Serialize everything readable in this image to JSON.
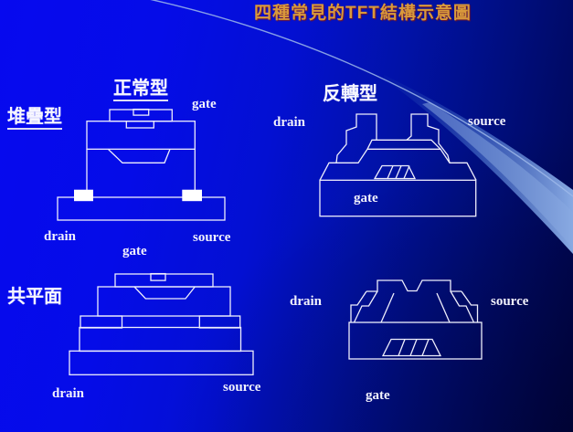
{
  "slide": {
    "title": "四種常見的TFT結構示意圖",
    "colors": {
      "background_left": "#0609ef",
      "background_right": "#000547",
      "title_text": "#d9993b",
      "line": "#eeeefc",
      "label_text": "#f2f2fc",
      "swoosh": "#8fb2ea"
    },
    "diagrams": {
      "stacked": {
        "heading": "正常型",
        "side_label": "堆疊型",
        "labels": {
          "gate": "gate",
          "drain": "drain",
          "source": "source"
        }
      },
      "inverted": {
        "heading": "反轉型",
        "labels": {
          "gate": "gate",
          "drain": "drain",
          "source": "source"
        }
      },
      "coplanar": {
        "side_label": "共平面",
        "labels": {
          "gate": "gate",
          "drain": "drain",
          "source": "source"
        }
      },
      "inverted_coplanar": {
        "labels": {
          "gate": "gate",
          "drain": "drain",
          "source": "source"
        }
      }
    }
  }
}
